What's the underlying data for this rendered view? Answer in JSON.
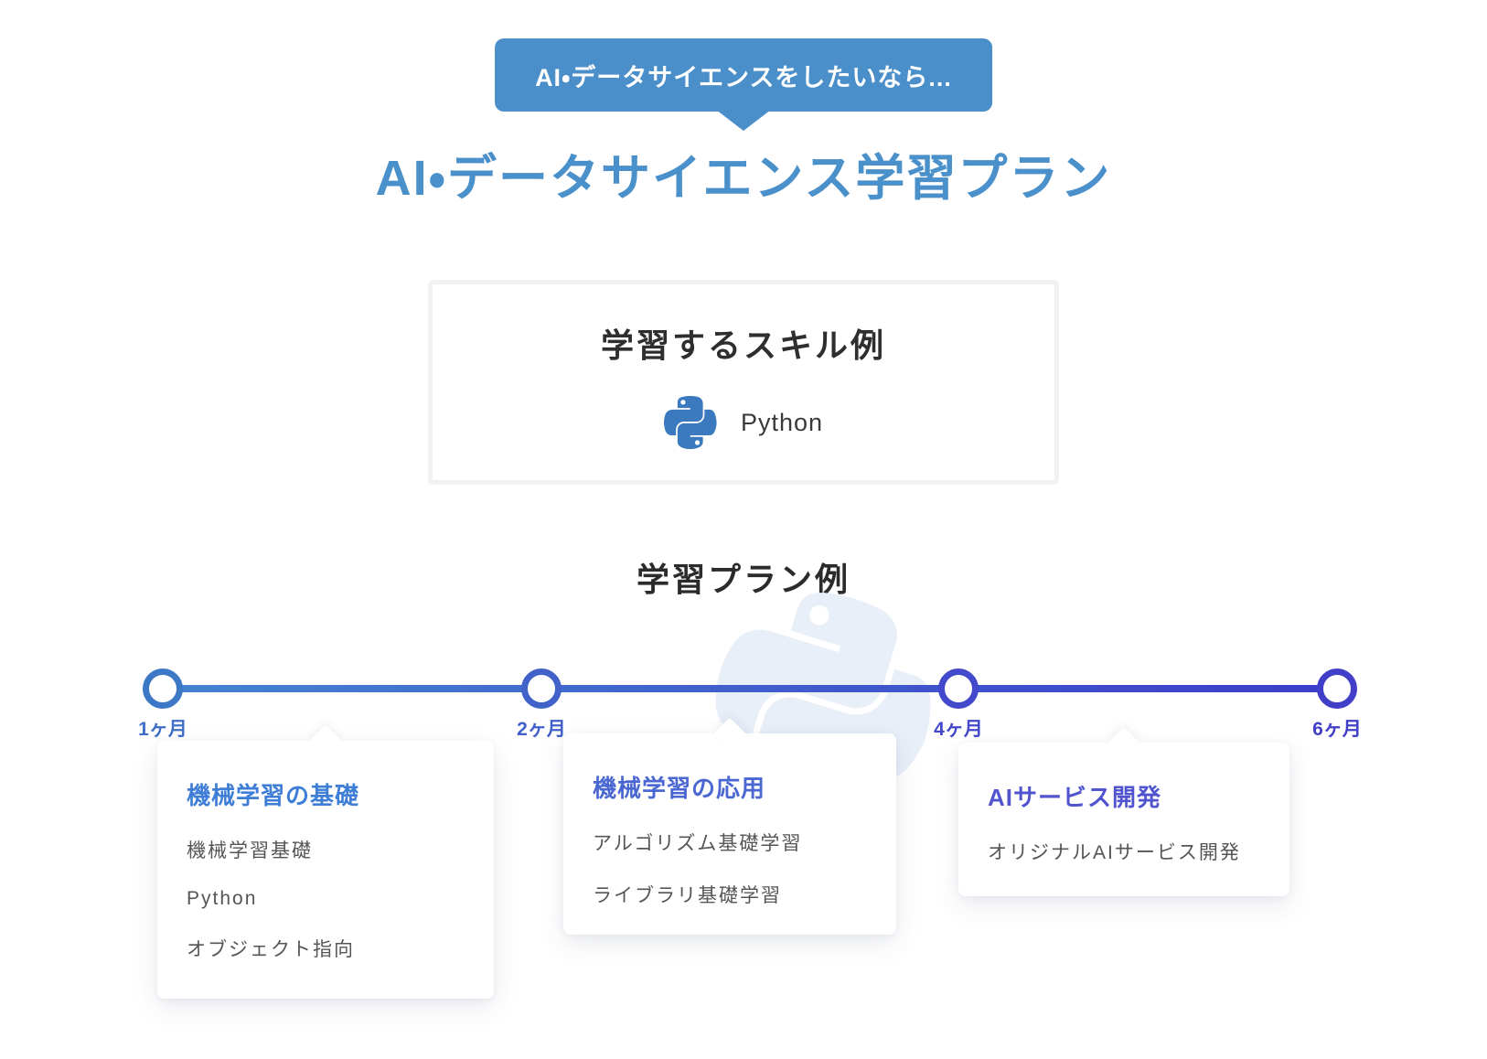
{
  "header": {
    "bubble_label": "AI・データサイエンスをしたいなら...",
    "title": "AI・データサイエンス学習プラン"
  },
  "skills_section": {
    "heading": "学習するスキル例",
    "skills": [
      {
        "icon": "python-icon",
        "label": "Python"
      }
    ]
  },
  "plan_section": {
    "heading": "学習プラン例",
    "watermark_icon": "python-watermark-icon",
    "milestones": [
      {
        "label": "1ヶ月"
      },
      {
        "label": "2ヶ月"
      },
      {
        "label": "4ヶ月"
      },
      {
        "label": "6ヶ月"
      }
    ],
    "cards": [
      {
        "title": "機械学習の基礎",
        "items": [
          "機械学習基礎",
          "Python",
          "オブジェクト指向"
        ]
      },
      {
        "title": "機械学習の応用",
        "items": [
          "アルゴリズム基礎学習",
          "ライブラリ基礎学習"
        ]
      },
      {
        "title": "AIサービス開発",
        "items": [
          "オリジナルAIサービス開発"
        ]
      }
    ]
  },
  "colors": {
    "bubble_blue": "#4a8fca",
    "title_blue": "#4a90ca",
    "heading_dark": "#2b2b2b",
    "python_logo_blue": "#3b7abf",
    "skill_box_border": "#f1f1f1",
    "timeline_gradient_start": "#4484d1",
    "timeline_gradient_end": "#3d3eca",
    "milestone_node_colors": [
      "#3d78c7",
      "#4062c9",
      "#4249cb",
      "#413fc8"
    ],
    "milestone_label_colors": [
      "#416fc8",
      "#4260c9",
      "#4349ca",
      "#413fc8"
    ],
    "card_title_colors": [
      "#3f7ed6",
      "#4a67d2",
      "#5154cf"
    ],
    "card_item_gray": "#555555",
    "watermark_blue": "#e9eff8"
  }
}
